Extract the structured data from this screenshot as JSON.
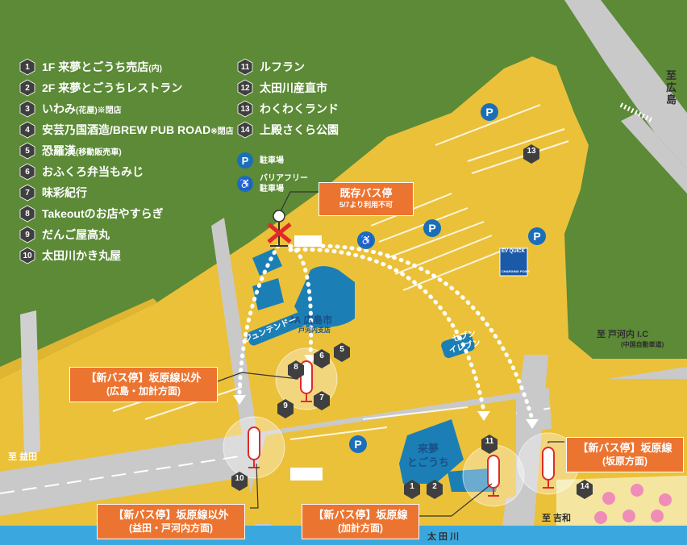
{
  "legend": {
    "items": [
      {
        "num": "1",
        "label": "1F 来夢とごうち売店",
        "note": "(内)"
      },
      {
        "num": "2",
        "label": "2F 来夢とごうちレストラン",
        "note": ""
      },
      {
        "num": "3",
        "label": "いわみ",
        "note": "(花屋)※閉店"
      },
      {
        "num": "4",
        "label": "安芸乃国酒造/BREW PUB ROAD",
        "note": "※閉店"
      },
      {
        "num": "5",
        "label": "恐羅漢",
        "note": "(移動販売車)"
      },
      {
        "num": "6",
        "label": "おふくろ弁当もみじ",
        "note": ""
      },
      {
        "num": "7",
        "label": "味彩紀行",
        "note": ""
      },
      {
        "num": "8",
        "label": "Takeoutのお店やすらぎ",
        "note": ""
      },
      {
        "num": "9",
        "label": "だんご屋高丸",
        "note": ""
      },
      {
        "num": "10",
        "label": "太田川かき丸屋",
        "note": ""
      },
      {
        "num": "11",
        "label": "ルフラン",
        "note": ""
      },
      {
        "num": "12",
        "label": "太田川産直市",
        "note": ""
      },
      {
        "num": "13",
        "label": "わくわくランド",
        "note": ""
      },
      {
        "num": "14",
        "label": "上殿さくら公園",
        "note": ""
      }
    ],
    "parking": {
      "symbol": "P",
      "label": "駐車場"
    },
    "barrier_free": {
      "label_line1": "バリアフリー",
      "label_line2": "駐車場"
    }
  },
  "callouts": {
    "old_stop": {
      "title": "既存バス停",
      "sub": "5/7より利用不可"
    },
    "stop_hiroshima": {
      "title": "【新バス停】坂原線以外",
      "sub": "(広島・加計方面)"
    },
    "stop_masuda": {
      "title": "【新バス停】坂原線以外",
      "sub": "(益田・戸河内方面)"
    },
    "stop_kake": {
      "title": "【新バス停】坂原線",
      "sub": "(加計方面)"
    },
    "stop_sakahara": {
      "title": "【新バス停】坂原線",
      "sub": "(坂原方面)"
    }
  },
  "map_labels": {
    "to_hiroshima": "至広島",
    "to_togouchi_ic": "至 戸河内 I.C",
    "to_togouchi_ic_sub": "(中国自動車道)",
    "to_masuda": "至 益田",
    "to_yoshiwa": "至 吉和",
    "river": "太 田 川",
    "ja_line1": "JA 広島市",
    "ja_line2": "戸河内支店",
    "seven_line1": "セブン",
    "seven_line2": "イレブン",
    "juntendo": "ジュンテンドー",
    "raimu_line1": "来夢",
    "raimu_line2": "とごうち",
    "ev_line1": "EV QUICK",
    "ev_line2": "CHARGING POINT"
  },
  "markers_on_map": [
    "1",
    "2",
    "5",
    "6",
    "7",
    "8",
    "9",
    "10",
    "11",
    "13",
    "14"
  ],
  "colors": {
    "grass": "#5c8a37",
    "pavement": "#ebc13a",
    "road": "#c9c9c9",
    "river": "#3aa8de",
    "accent_orange": "#ec7431",
    "marker": "#3f3f3f",
    "parking_blue": "#1a6fb8",
    "building_blue": "#1b7fb5",
    "stop_red": "#e02a2a"
  }
}
